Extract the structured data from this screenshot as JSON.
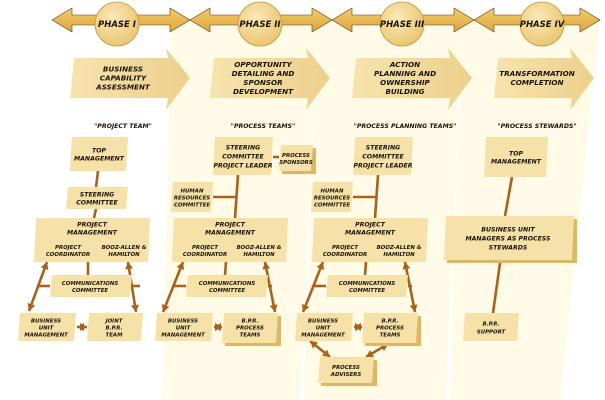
{
  "colors": {
    "panel": "#fffbe6",
    "box": "#f6e1a8",
    "box_shadow": "#dcb766",
    "phase_arrow": "#e9b94a",
    "phase_circle": "#f3d58c",
    "stage_arrow": "#f4dea4",
    "connector": "#a8621c"
  },
  "phases": [
    {
      "label": "PHASE I",
      "stage": [
        "BUSINESS",
        "CAPABILITY",
        "ASSESSMENT"
      ],
      "team": "\"PROJECT TEAM\"",
      "nodes": {
        "top": [
          "TOP",
          "MANAGEMENT"
        ],
        "steering": [
          "STEERING",
          "COMMITTEE"
        ],
        "pm": [
          "PROJECT",
          "MANAGEMENT"
        ],
        "pm_left": [
          "PROJECT",
          "COORDINATOR"
        ],
        "pm_right": [
          "BOOZ-ALLEN &",
          "HAMILTON"
        ],
        "comm": [
          "COMMUNICATIONS",
          "COMMITTEE"
        ],
        "bu": [
          "BUSINESS",
          "UNIT",
          "MANAGEMENT"
        ],
        "team_box": [
          "JOINT",
          "B.P.R.",
          "TEAM"
        ]
      }
    },
    {
      "label": "PHASE II",
      "stage": [
        "OPPORTUNITY",
        "DETAILING AND",
        "SPONSOR",
        "DEVELOPMENT"
      ],
      "team": "\"PROCESS TEAMS\"",
      "nodes": {
        "steering": [
          "STEERING",
          "COMMITTEE",
          "PROJECT LEADER"
        ],
        "sponsors": [
          "PROCESS",
          "SPONSORS"
        ],
        "hr": [
          "HUMAN",
          "RESOURCES",
          "COMMITTEE"
        ],
        "pm": [
          "PROJECT",
          "MANAGEMENT"
        ],
        "pm_left": [
          "PROJECT",
          "COORDINATOR"
        ],
        "pm_right": [
          "BOOZ-ALLEN &",
          "HAMILTON"
        ],
        "comm": [
          "COMMUNICATIONS",
          "COMMITTEE"
        ],
        "bu": [
          "BUSINESS",
          "UNIT",
          "MANAGEMENT"
        ],
        "team_box": [
          "B.P.R.",
          "PROCESS",
          "TEAMS"
        ]
      }
    },
    {
      "label": "PHASE III",
      "stage": [
        "ACTION",
        "PLANNING AND",
        "OWNERSHIP",
        "BUILDING"
      ],
      "team": "\"PROCESS PLANNING TEAMS\"",
      "nodes": {
        "steering": [
          "STEERING",
          "COMMITTEE",
          "PROJECT LEADER"
        ],
        "hr": [
          "HUMAN",
          "RESOURCES",
          "COMMITTEE"
        ],
        "pm": [
          "PROJECT",
          "MANAGEMENT"
        ],
        "pm_left": [
          "PROJECT",
          "COORDINATOR"
        ],
        "pm_right": [
          "BOOZ-ALLEN &",
          "HAMILTON"
        ],
        "comm": [
          "COMMUNICATIONS",
          "COMMITTEE"
        ],
        "bu": [
          "BUSINESS",
          "UNIT",
          "MANAGEMENT"
        ],
        "team_box": [
          "B.P.R.",
          "PROCESS",
          "TEAMS"
        ],
        "advisers": [
          "PROCESS",
          "ADVISERS"
        ]
      }
    },
    {
      "label": "PHASE IV",
      "stage": [
        "TRANSFORMATION",
        "COMPLETION"
      ],
      "team": "\"PROCESS  STEWARDS\"",
      "nodes": {
        "top": [
          "TOP",
          "MANAGEMENT"
        ],
        "stewards": [
          "BUSINESS UNIT",
          "MANAGERS AS PROCESS",
          "STEWARDS"
        ],
        "support": [
          "B.P.R.",
          "SUPPORT"
        ]
      }
    }
  ]
}
